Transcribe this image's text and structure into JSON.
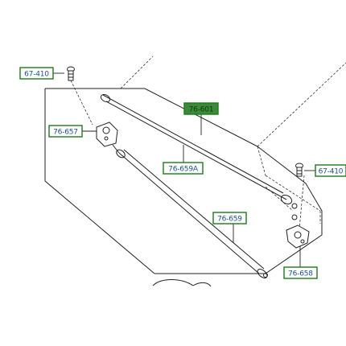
{
  "diagram": {
    "colors": {
      "line": "#222222",
      "dashed": "#333333",
      "callout_border": "#1a7a1a",
      "callout_text": "#1a4f9a",
      "callout_fill": "#ffffff",
      "highlight_fill": "#3a8a3a",
      "highlight_text": "#0c3a0c"
    },
    "callouts": {
      "c1": {
        "text": "67-410"
      },
      "c2": {
        "text": "76-657"
      },
      "c3": {
        "text": "76-601"
      },
      "c4": {
        "text": "76-659A"
      },
      "c5": {
        "text": "67-410"
      },
      "c6": {
        "text": "76-659"
      },
      "c7": {
        "text": "76-658"
      }
    },
    "icons": [
      "bolt-icon",
      "pivot-bracket-icon",
      "linkage-rod-icon"
    ]
  }
}
